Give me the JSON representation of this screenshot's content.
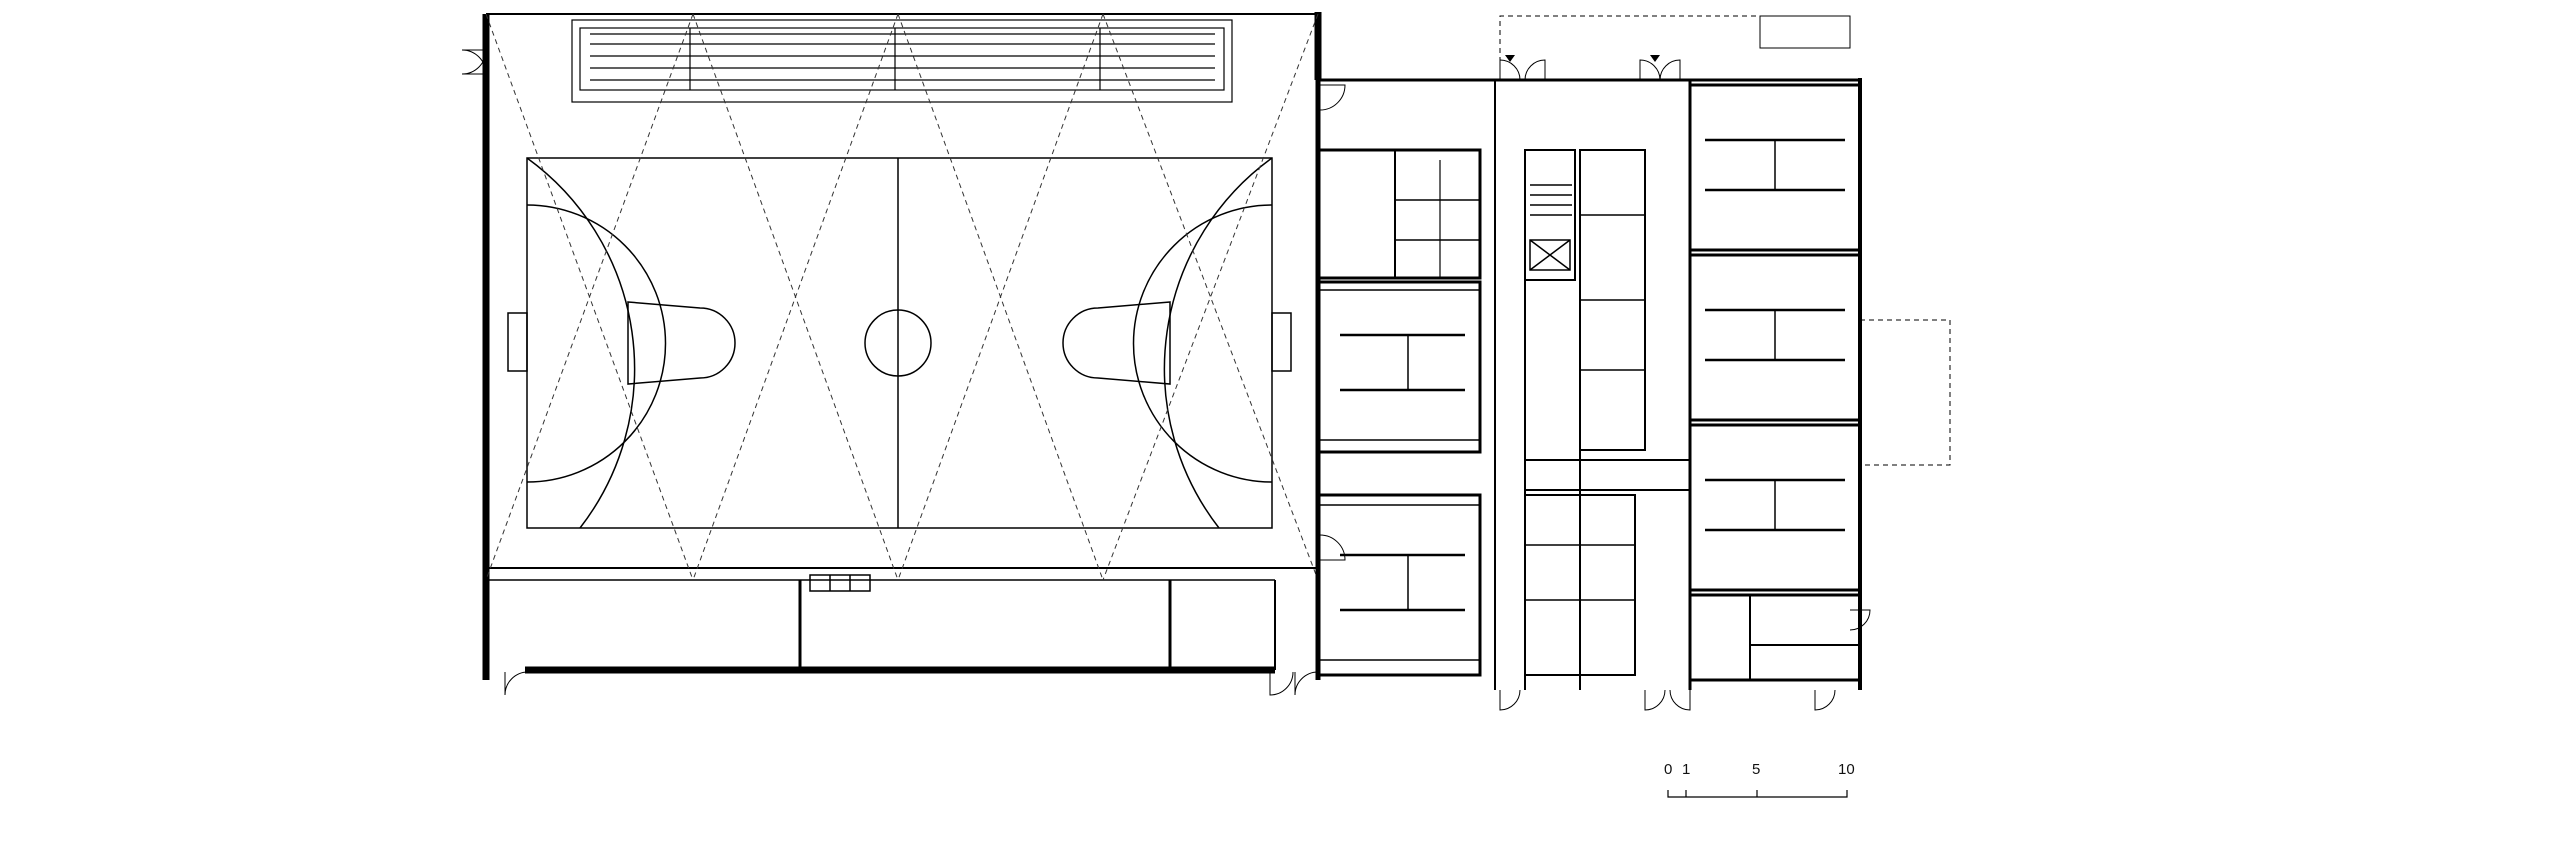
{
  "scale_bar": {
    "ticks": [
      "0",
      "1",
      "5",
      "10"
    ]
  }
}
